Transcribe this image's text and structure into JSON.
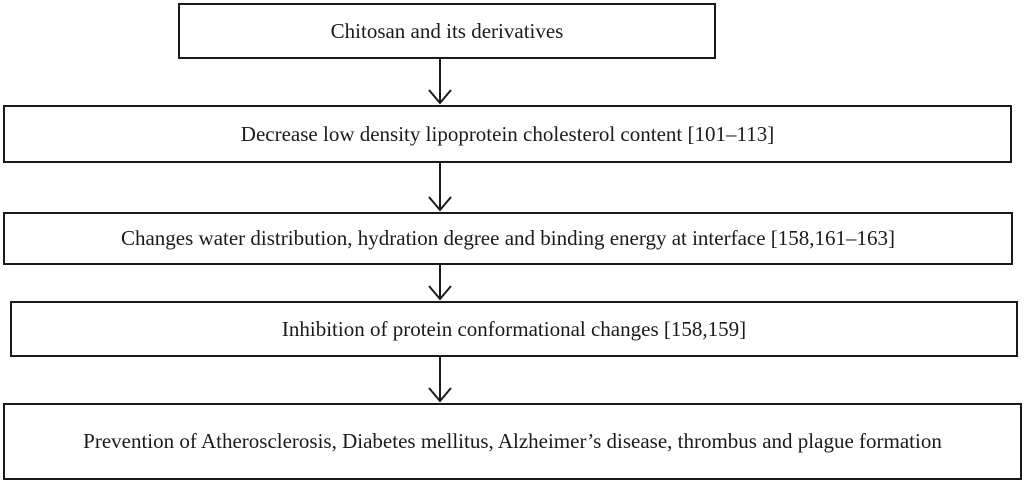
{
  "flowchart": {
    "nodes": [
      "Chitosan and its derivatives",
      "Decrease low density lipoprotein cholesterol content [101–113]",
      "Changes water distribution, hydration degree and binding energy at interface [158,161–163]",
      "Inhibition of protein conformational changes [158,159]",
      "Prevention of Atherosclerosis, Diabetes mellitus, Alzheimer’s disease, thrombus and plague formation"
    ],
    "edges": [
      {
        "from": 0,
        "to": 1
      },
      {
        "from": 1,
        "to": 2
      },
      {
        "from": 2,
        "to": 3
      },
      {
        "from": 3,
        "to": 4
      }
    ],
    "arrow_icon": "down-arrow",
    "colors": {
      "border": "#1a1a1a",
      "text": "#1a1a1a",
      "background": "#ffffff"
    }
  }
}
